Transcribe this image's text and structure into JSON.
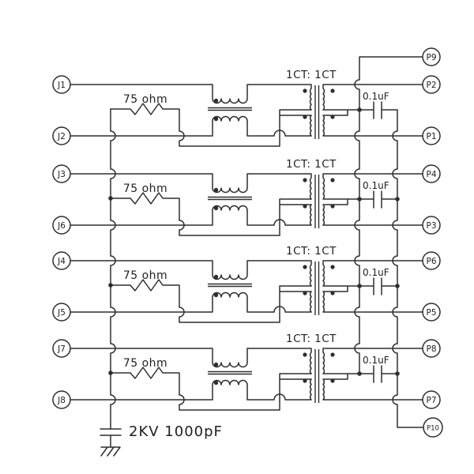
{
  "diagram": {
    "channels": [
      {
        "input_pin_top": "J1",
        "input_pin_bottom": "J2",
        "output_pin_top": "P2",
        "output_pin_bottom": "P1",
        "resistor_value": "75 ohm",
        "transformer_ratio": "1CT: 1CT",
        "capacitor_value": "0.1uF"
      },
      {
        "input_pin_top": "J3",
        "input_pin_bottom": "J6",
        "output_pin_top": "P4",
        "output_pin_bottom": "P3",
        "resistor_value": "75 ohm",
        "transformer_ratio": "1CT: 1CT",
        "capacitor_value": "0.1uF"
      },
      {
        "input_pin_top": "J4",
        "input_pin_bottom": "J5",
        "output_pin_top": "P6",
        "output_pin_bottom": "P5",
        "resistor_value": "75 ohm",
        "transformer_ratio": "1CT: 1CT",
        "capacitor_value": "0.1uF"
      },
      {
        "input_pin_top": "J7",
        "input_pin_bottom": "J8",
        "output_pin_top": "P8",
        "output_pin_bottom": "P7",
        "resistor_value": "75 ohm",
        "transformer_ratio": "1CT: 1CT",
        "capacitor_value": "0.1uF"
      }
    ],
    "common_pin_top": "P9",
    "common_pin_bottom": "P10",
    "bulk_capacitor_value": "2KV 1000pF"
  },
  "colors": {
    "background": "#ffffff",
    "line": "#2e2e2e",
    "text": "#1f1f1f"
  }
}
